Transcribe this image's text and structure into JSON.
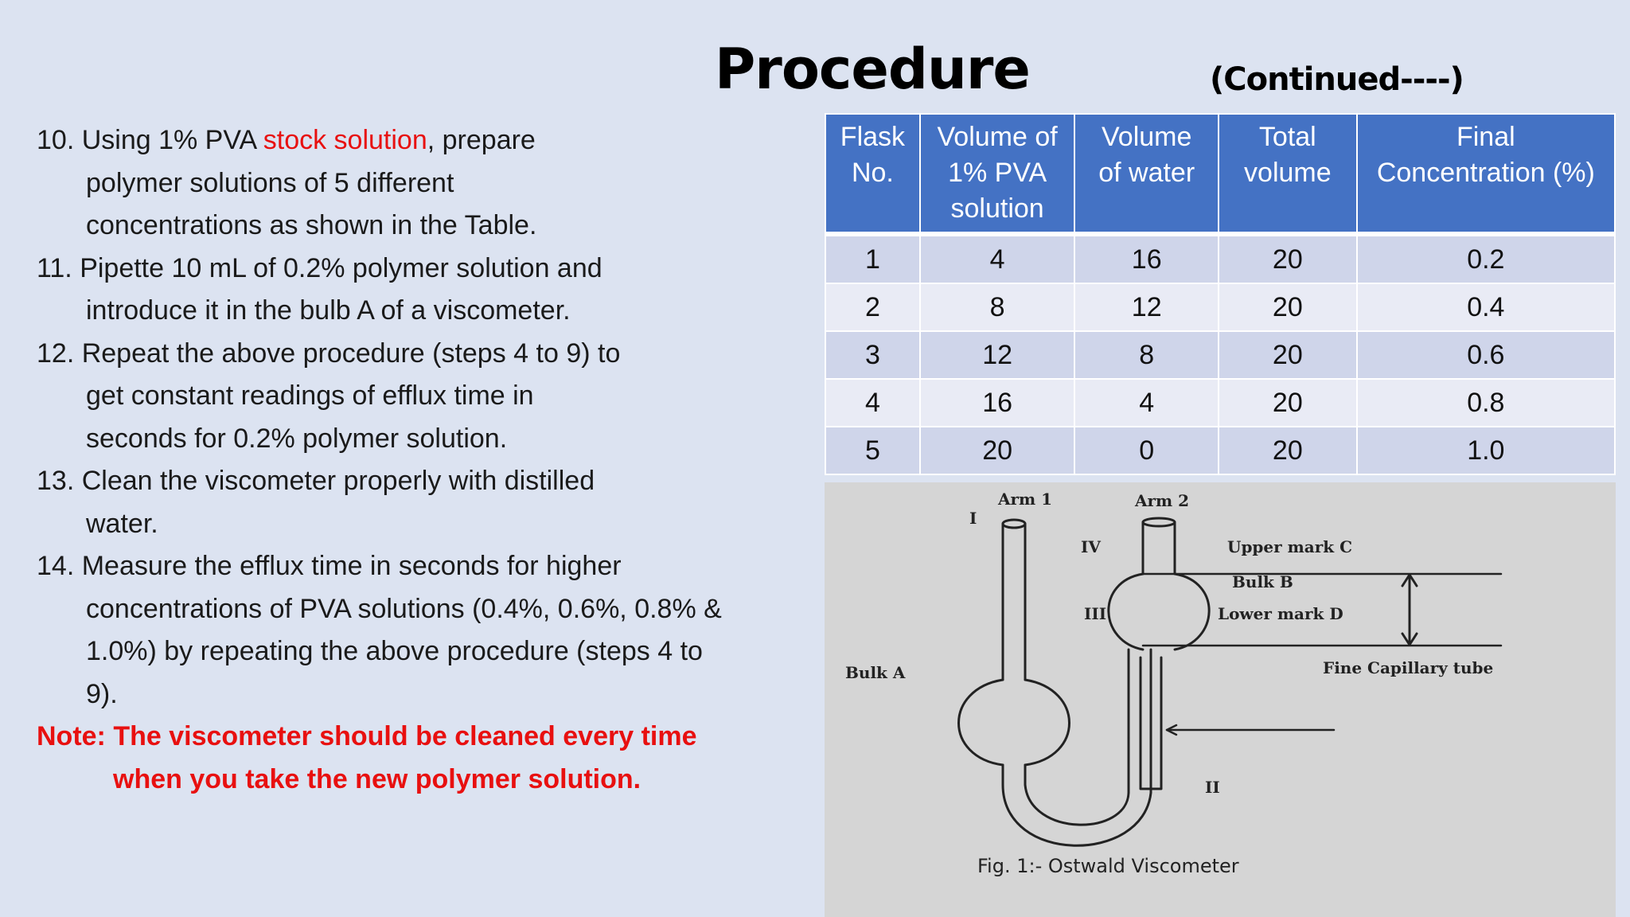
{
  "title": "Procedure",
  "subtitle": "(Continued----)",
  "steps": [
    {
      "first_a": "10. Using 1% PVA ",
      "first_red": "stock solution",
      "first_b": ", prepare",
      "rest": [
        "polymer solutions of 5 different",
        "concentrations as shown in the Table."
      ]
    },
    {
      "first": "11. Pipette 10 mL of 0.2% polymer solution and",
      "rest": [
        "introduce it in the bulb A of a viscometer."
      ]
    },
    {
      "first": "12. Repeat the above procedure (steps 4 to 9) to",
      "rest": [
        "get constant readings of efflux time in",
        "seconds for 0.2% polymer solution."
      ]
    },
    {
      "first": "13. Clean the viscometer properly with distilled",
      "rest": [
        "water."
      ]
    },
    {
      "first": "14. Measure the efflux time in seconds for higher",
      "rest": [
        "concentrations of PVA solutions (0.4%, 0.6%, 0.8% &",
        "1.0%) by  repeating the above procedure (steps 4 to",
        "9)."
      ]
    }
  ],
  "note": {
    "line1": "Note: The  viscometer should be cleaned every time",
    "line2": "when you take the new polymer solution."
  },
  "table": {
    "headers": [
      [
        "Flask",
        "No."
      ],
      [
        "Volume of",
        "1% PVA",
        "solution"
      ],
      [
        "Volume",
        "of water"
      ],
      [
        "Total",
        "volume"
      ],
      [
        "Final",
        "Concentration (%)"
      ]
    ],
    "rows": [
      [
        "1",
        "4",
        "16",
        "20",
        "0.2"
      ],
      [
        "2",
        "8",
        "12",
        "20",
        "0.4"
      ],
      [
        "3",
        "12",
        "8",
        "20",
        "0.6"
      ],
      [
        "4",
        "16",
        "4",
        "20",
        "0.8"
      ],
      [
        "5",
        "20",
        "0",
        "20",
        "1.0"
      ]
    ]
  },
  "figure": {
    "arm1": "Arm 1",
    "arm2": "Arm 2",
    "roman1": "I",
    "roman2": "II",
    "roman3": "III",
    "roman4": "IV",
    "upper_mark": "Upper mark C",
    "bulk_b": "Bulk B",
    "lower_mark": "Lower mark D",
    "fine_capillary": "Fine Capillary tube",
    "bulk_a": "Bulk A",
    "caption": "Fig. 1:- Ostwald Viscometer"
  }
}
